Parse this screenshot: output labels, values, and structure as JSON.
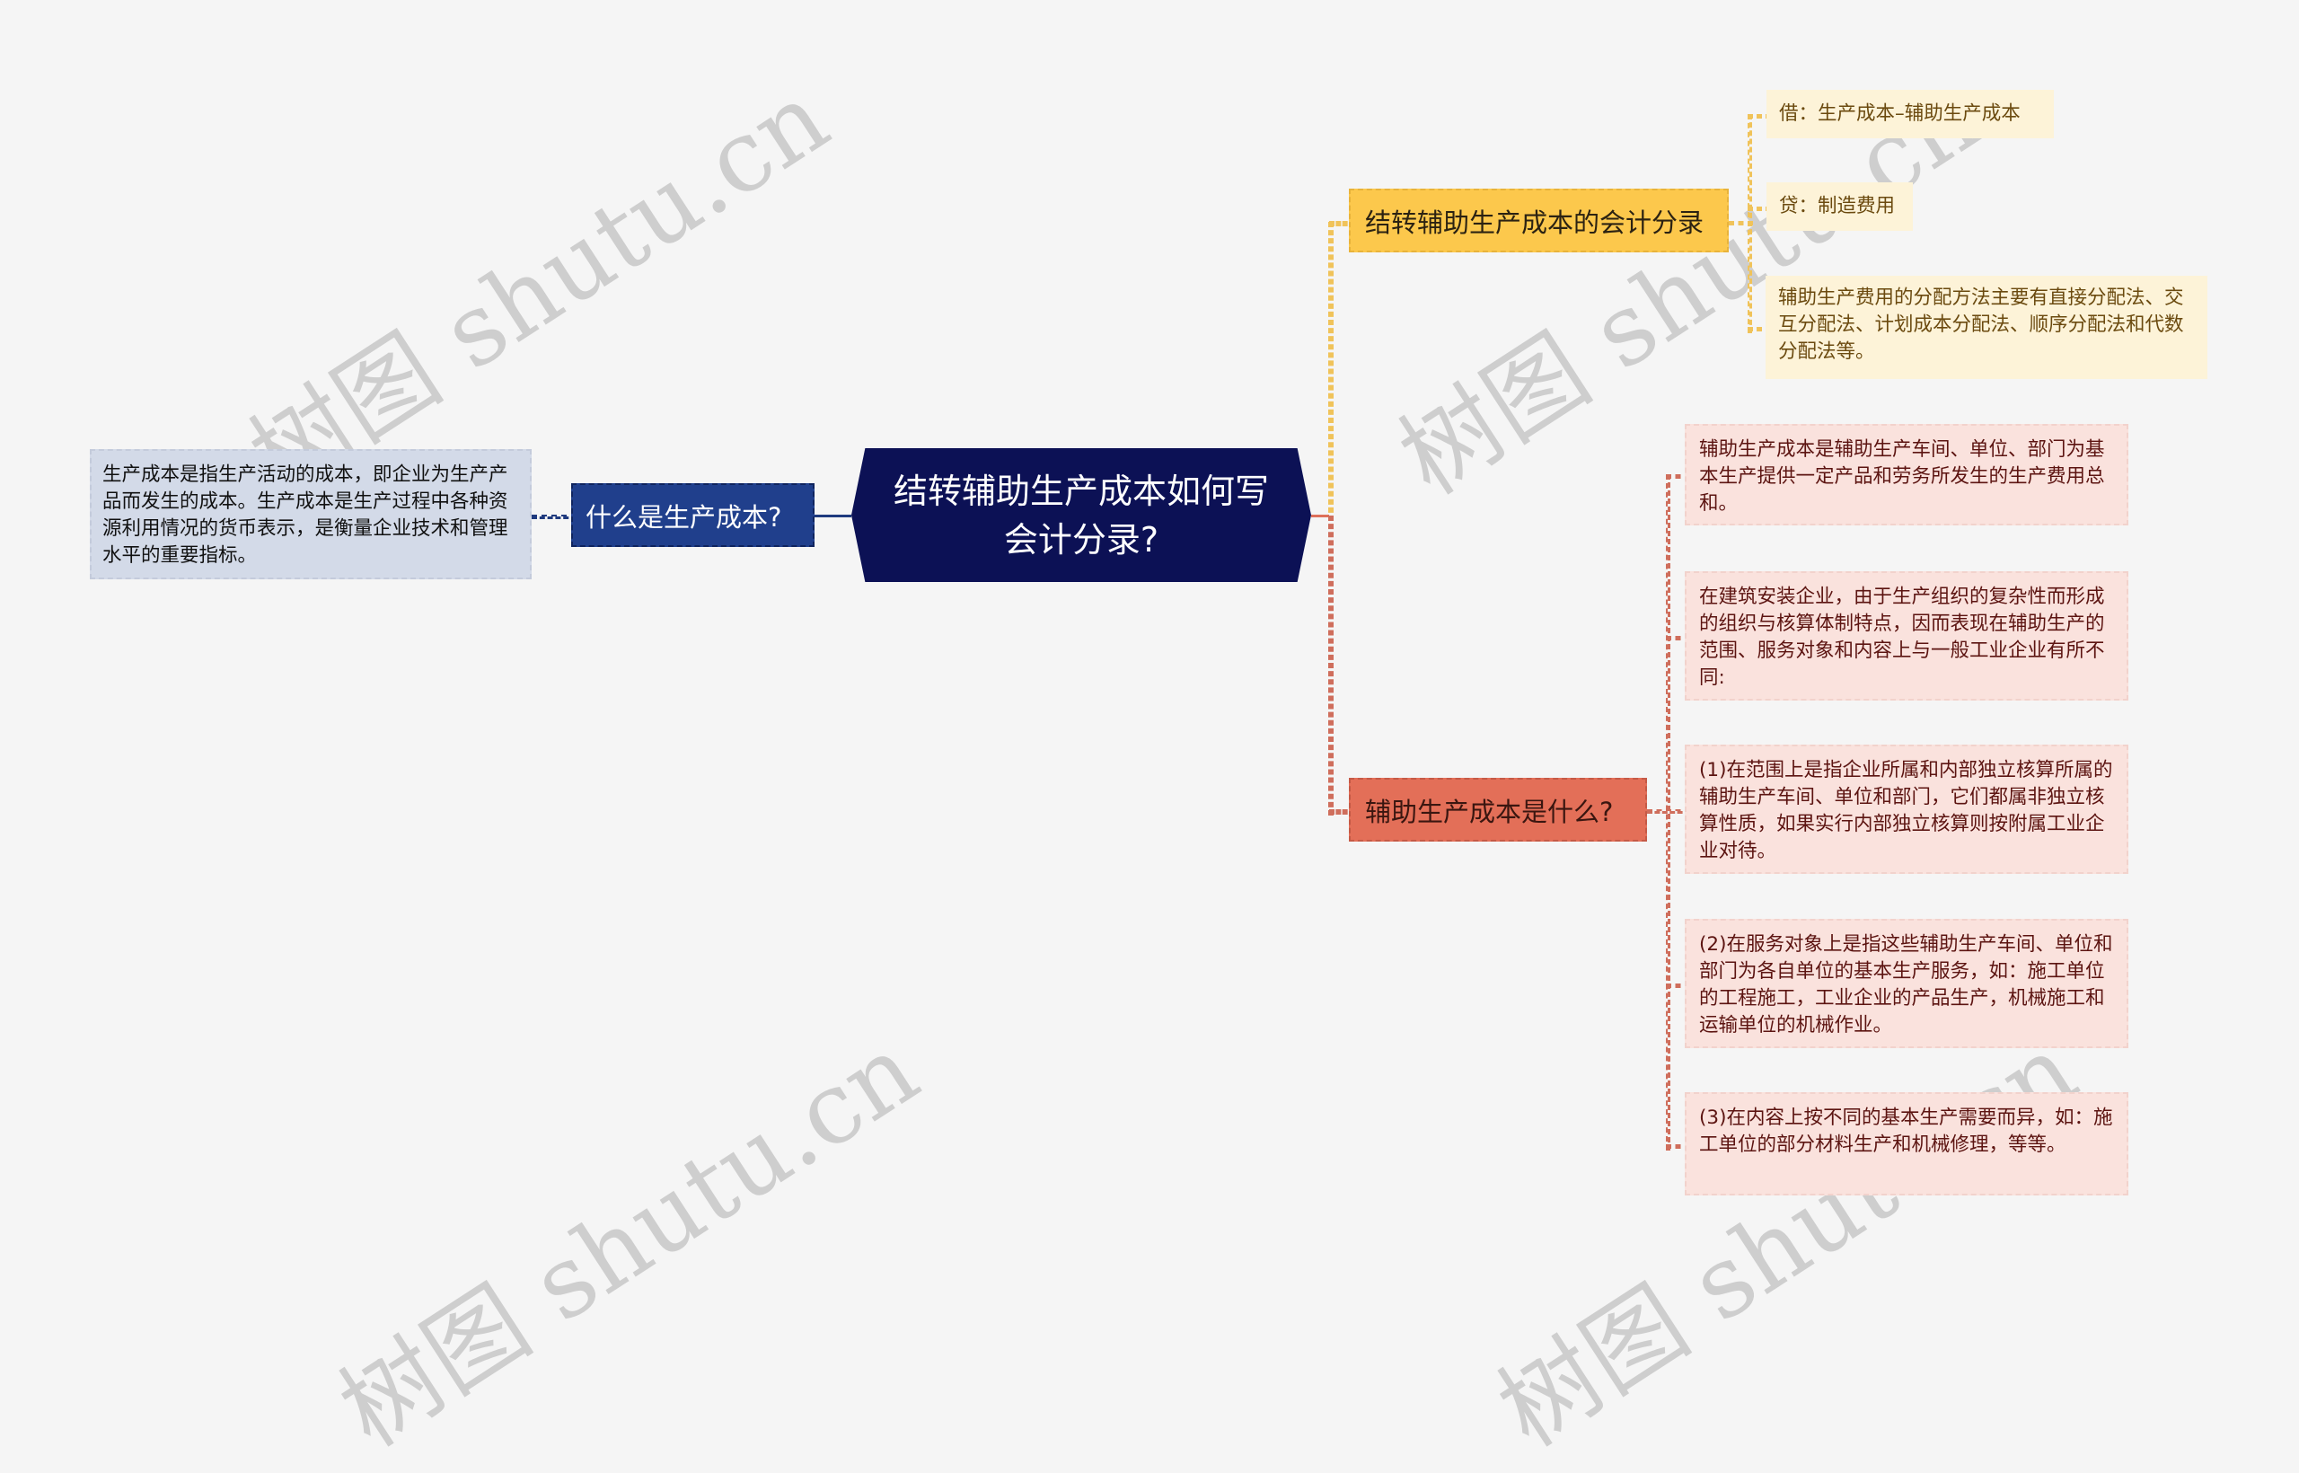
{
  "root": {
    "title": "结转辅助生产成本如何写会计分录?",
    "color": "#0c1155"
  },
  "left_branch": {
    "label": "什么是生产成本?",
    "color": "#203f8c",
    "children": [
      {
        "text": "生产成本是指生产活动的成本，即企业为生产产品而发生的成本。生产成本是生产过程中各种资源利用情况的货币表示，是衡量企业技术和管理水平的重要指标。"
      }
    ]
  },
  "right_branches": [
    {
      "label": "结转辅助生产成本的会计分录",
      "color": "#fcc84c",
      "children": [
        {
          "text": "借：生产成本–辅助生产成本"
        },
        {
          "text": "贷：制造费用"
        },
        {
          "text": "辅助生产费用的分配方法主要有直接分配法、交互分配法、计划成本分配法、顺序分配法和代数分配法等。"
        }
      ]
    },
    {
      "label": "辅助生产成本是什么?",
      "color": "#e36f58",
      "children": [
        {
          "text": "辅助生产成本是辅助生产车间、单位、部门为基本生产提供一定产品和劳务所发生的生产费用总和。"
        },
        {
          "text": "在建筑安装企业，由于生产组织的复杂性而形成的组织与核算体制特点，因而表现在辅助生产的范围、服务对象和内容上与一般工业企业有所不同:"
        },
        {
          "text": "(1)在范围上是指企业所属和内部独立核算所属的辅助生产车间、单位和部门，它们都属非独立核算性质，如果实行内部独立核算则按附属工业企业对待。"
        },
        {
          "text": "(2)在服务对象上是指这些辅助生产车间、单位和部门为各自单位的基本生产服务，如：施工单位的工程施工，工业企业的产品生产，机械施工和运输单位的机械作业。"
        },
        {
          "text": "(3)在内容上按不同的基本生产需要而异，如：施工单位的部分材料生产和机械修理，等等。"
        }
      ]
    }
  ],
  "watermark": {
    "text": "树图 shutu.cn"
  }
}
